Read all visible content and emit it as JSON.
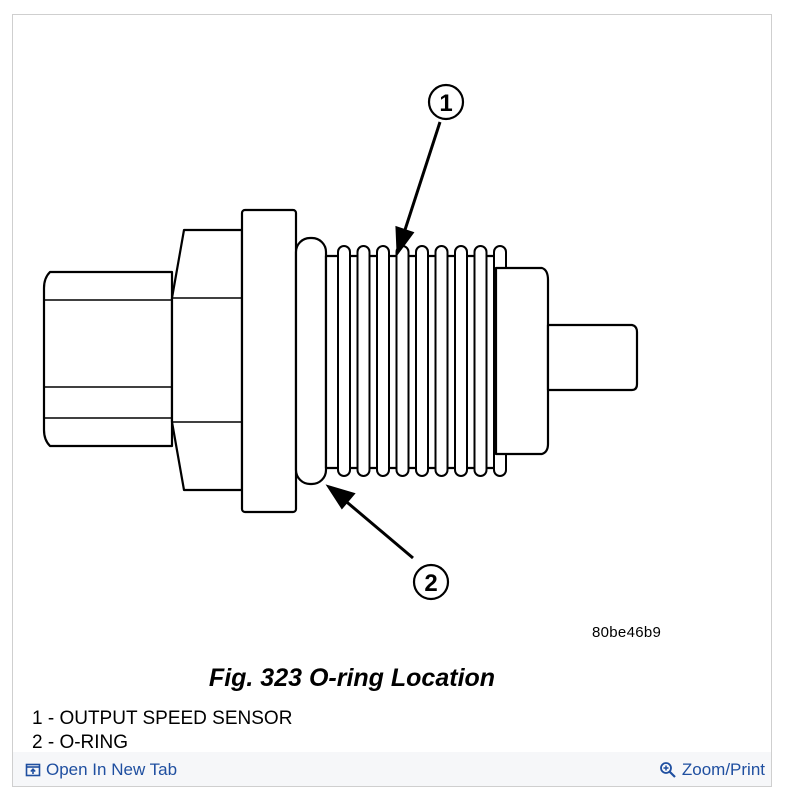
{
  "figure": {
    "callout_1": "1",
    "callout_2": "2",
    "image_code": "80be46b9",
    "caption": "Fig. 323 O-ring Location"
  },
  "legend": [
    {
      "text": "1 - OUTPUT SPEED SENSOR"
    },
    {
      "text": "2 - O-RING"
    }
  ],
  "footer": {
    "open_new_tab_label": "Open In New Tab",
    "open_new_tab_icon": "open-new-tab-icon",
    "zoom_print_label": "Zoom/Print",
    "zoom_print_icon": "zoom-icon",
    "link_color": "#1f4fa0"
  }
}
